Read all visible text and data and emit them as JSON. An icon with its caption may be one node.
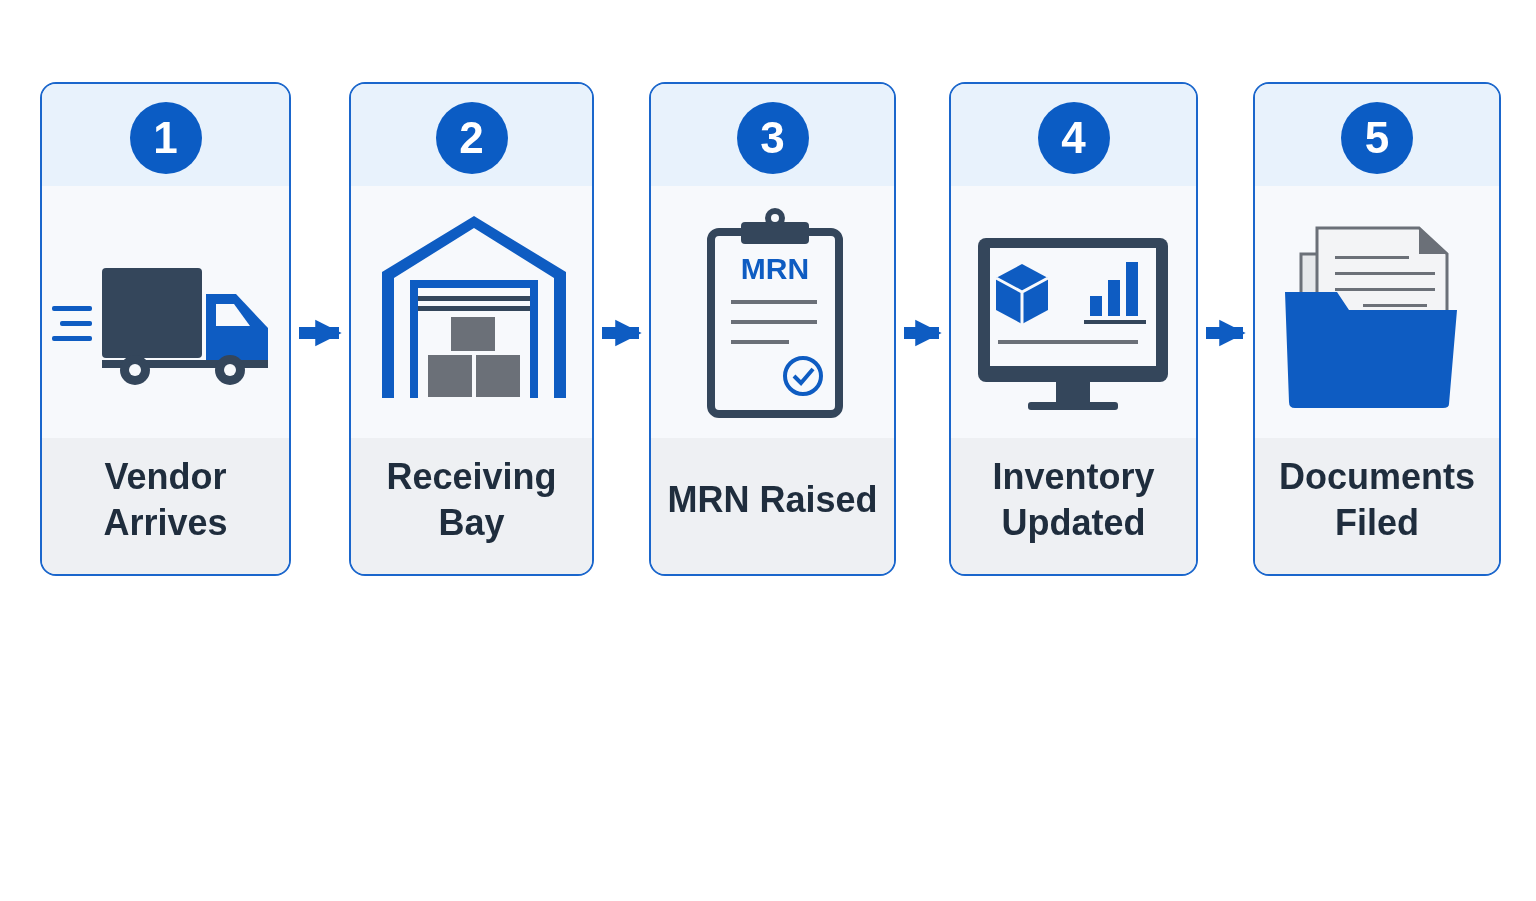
{
  "diagram": {
    "nodes": [
      {
        "text": [
          "1",
          "Vendor Arrives"
        ]
      },
      {
        "text": [
          "2",
          "Receiving Bay"
        ]
      },
      {
        "text": [
          "3",
          "MRN Raised"
        ]
      },
      {
        "text": [
          "4",
          "Inventory Updated"
        ]
      },
      {
        "text": [
          "5",
          "Documents Filed"
        ]
      }
    ],
    "edges": [
      {
        "from": 0,
        "to": 1,
        "arrow": "to"
      },
      {
        "from": 1,
        "to": 2,
        "arrow": "to"
      },
      {
        "from": 2,
        "to": 3,
        "arrow": "to"
      },
      {
        "from": 3,
        "to": 4,
        "arrow": "to"
      }
    ],
    "labels": [
      "MRN"
    ]
  }
}
